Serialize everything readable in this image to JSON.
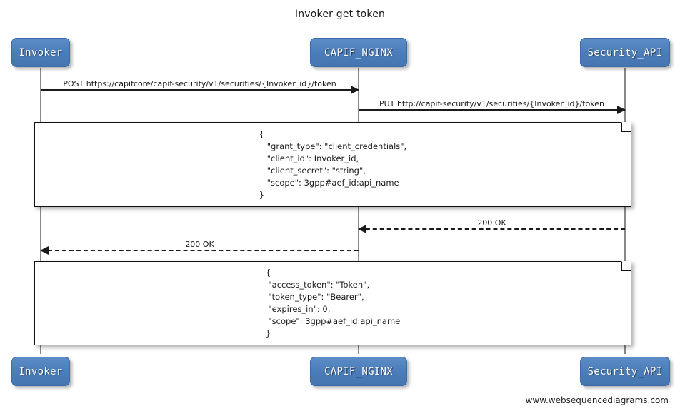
{
  "diagram": {
    "title": "Invoker get token",
    "footer_credit": "www.websequencediagrams.com",
    "type": "sequence-diagram",
    "colors": {
      "participant_fill": "#4a7cb8",
      "participant_border": "#3c6ba6",
      "participant_text": "#ffffff",
      "line": "#1a1a1a",
      "lifeline": "#888888",
      "note_fill": "#ffffff",
      "background": "#ffffff"
    },
    "participants": [
      {
        "id": "invoker",
        "label": "Invoker"
      },
      {
        "id": "capif_nginx",
        "label": "CAPIF_NGINX"
      },
      {
        "id": "security_api",
        "label": "Security_API"
      }
    ],
    "messages": [
      {
        "id": "msg-post-token",
        "label": "POST https://capifcore/capif-security/v1/securities/{Invoker_id}/token",
        "from": "invoker",
        "to": "capif_nginx",
        "direction": "right",
        "style": "solid"
      },
      {
        "id": "msg-put-token",
        "label": "PUT http://capif-security/v1/securities/{Invoker_id}/token",
        "from": "capif_nginx",
        "to": "security_api",
        "direction": "right",
        "style": "solid"
      },
      {
        "id": "msg-200-ok-security",
        "label": "200 OK",
        "from": "security_api",
        "to": "capif_nginx",
        "direction": "left",
        "style": "dashed"
      },
      {
        "id": "msg-200-ok-invoker",
        "label": "200 OK",
        "from": "capif_nginx",
        "to": "invoker",
        "direction": "left",
        "style": "dashed"
      }
    ],
    "notes": [
      {
        "id": "note-request-body",
        "text": "{\n   \"grant_type\": \"client_credentials\",\n   \"client_id\": Invoker_id,\n   \"client_secret\": \"string\",\n   \"scope\": 3gpp#aef_id:api_name\n}"
      },
      {
        "id": "note-response-body",
        "text": "{\n \"access_token\": \"Token\",\n \"token_type\": \"Bearer\",\n \"expires_in\": 0,\n \"scope\": 3gpp#aef_id:api_name\n}"
      }
    ]
  }
}
